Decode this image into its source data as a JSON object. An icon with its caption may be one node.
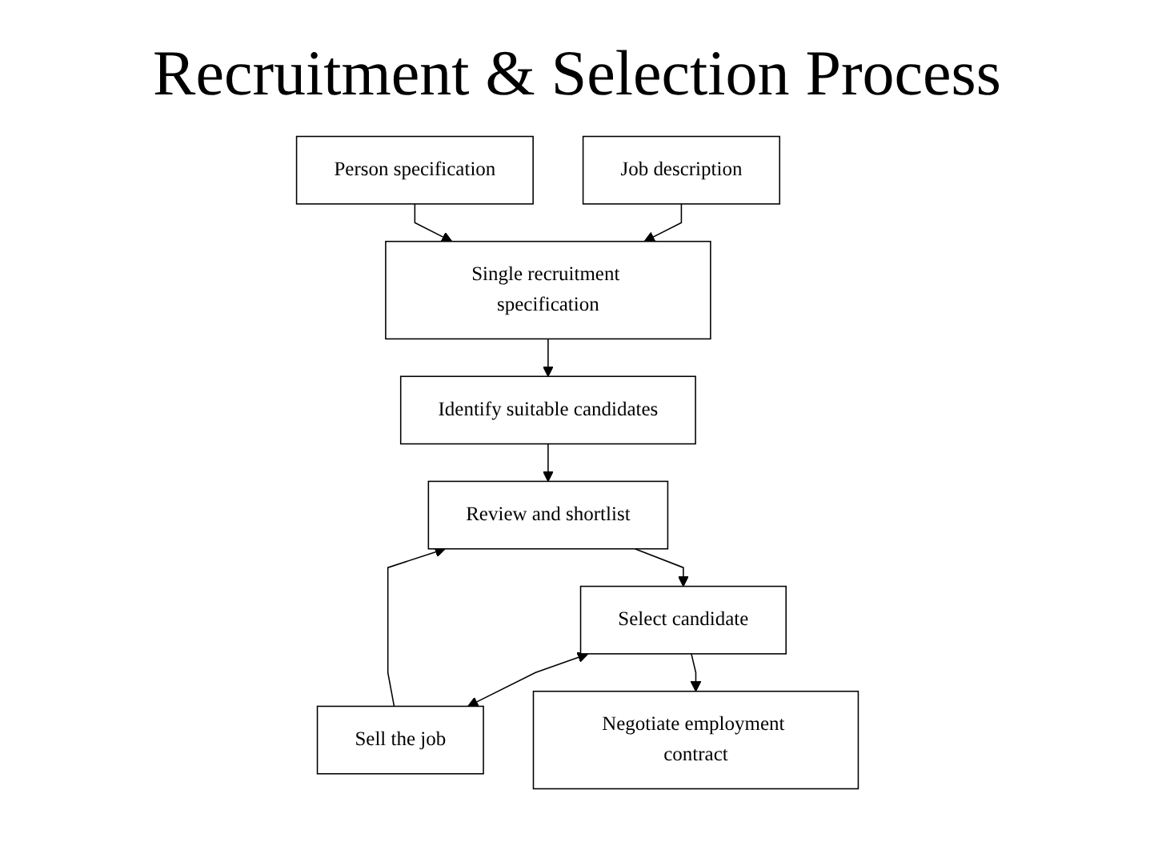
{
  "diagram": {
    "title": "Recruitment & Selection Process",
    "nodes": [
      {
        "text": [
          "Job description"
        ]
      },
      {
        "text": [
          "Person specification"
        ]
      },
      {
        "text": [
          "Single recruitment specification"
        ]
      },
      {
        "text": [
          "Identify suitable candidates"
        ]
      },
      {
        "text": [
          "Review and shortlist"
        ]
      },
      {
        "text": [
          "Select candidate"
        ]
      },
      {
        "text": [
          "Sell the job"
        ]
      },
      {
        "text": [
          "Negotiate employment contract"
        ]
      }
    ],
    "edges": [
      {
        "from": 0,
        "to": 2,
        "arrow": "to"
      },
      {
        "from": 1,
        "to": 2,
        "arrow": "to"
      },
      {
        "from": 2,
        "to": 3,
        "arrow": "to"
      },
      {
        "from": 3,
        "to": 4,
        "arrow": "to"
      },
      {
        "from": 4,
        "to": 5,
        "arrow": "to"
      },
      {
        "from": 5,
        "to": 6,
        "arrow": "both"
      },
      {
        "from": 6,
        "to": 4,
        "arrow": "to"
      },
      {
        "from": 5,
        "to": 7,
        "arrow": "to"
      }
    ]
  }
}
